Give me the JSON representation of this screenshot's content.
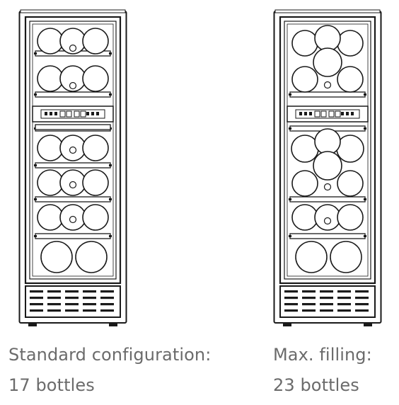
{
  "configurations": [
    {
      "title": "Standard configuration:",
      "count_label": "17 bottles",
      "bottles": 17
    },
    {
      "title": "Max. filling:",
      "count_label": "23 bottles",
      "bottles": 23
    }
  ],
  "colors": {
    "line": "#1a1a1a",
    "text": "#6b6b6b",
    "background": "#ffffff"
  }
}
